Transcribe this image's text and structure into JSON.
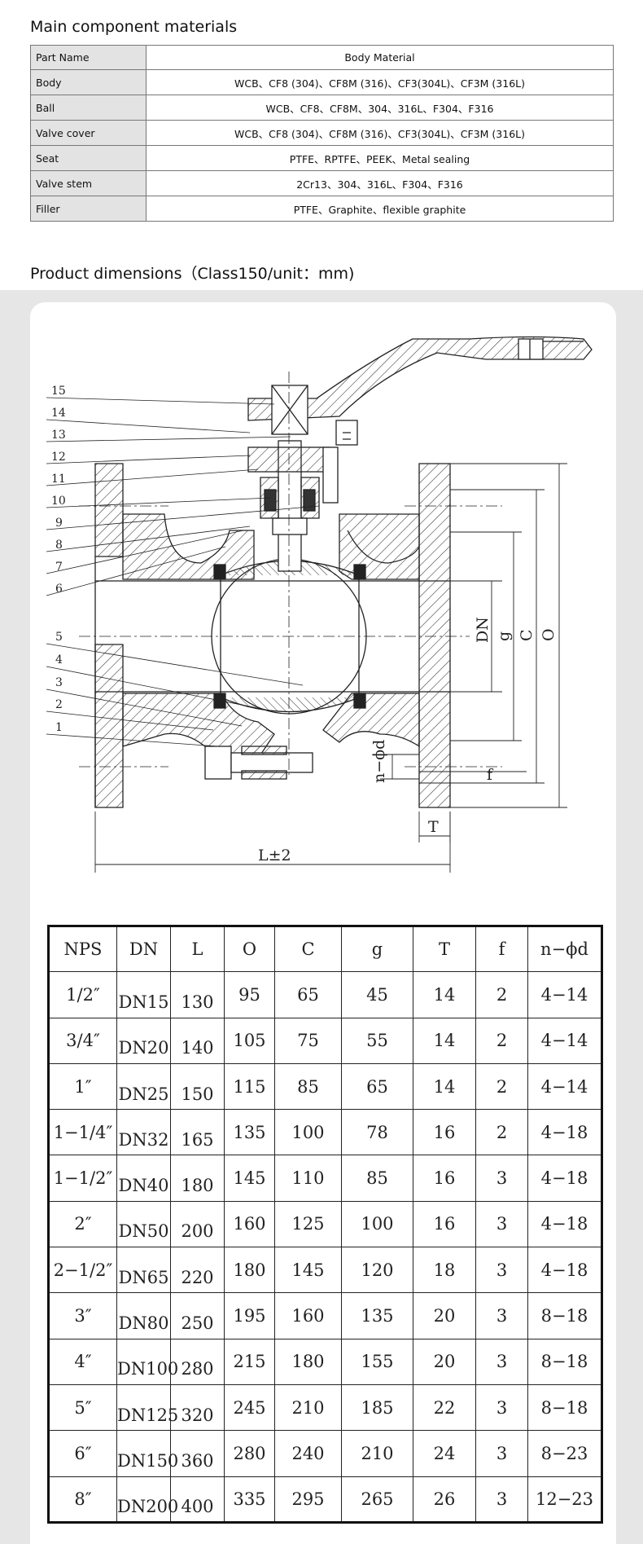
{
  "materials_title": "Main component materials",
  "materials": {
    "header": [
      "Part Name",
      "Body Material"
    ],
    "rows": [
      [
        "Body",
        "WCB、CF8 (304)、CF8M (316)、CF3(304L)、CF3M (316L)"
      ],
      [
        "Ball",
        "WCB、CF8、CF8M、304、316L、F304、F316"
      ],
      [
        "Valve cover",
        "WCB、CF8 (304)、CF8M (316)、CF3(304L)、CF3M (316L)"
      ],
      [
        "Seat",
        "PTFE、RPTFE、PEEK、Metal sealing"
      ],
      [
        "Valve stem",
        "2Cr13、304、316L、F304、F316"
      ],
      [
        "Filler",
        "PTFE、Graphite、flexible graphite"
      ]
    ]
  },
  "dimensions_title": "Product dimensions（Class150/unit：mm)",
  "drawing": {
    "part_numbers": [
      "15",
      "14",
      "13",
      "12",
      "11",
      "10",
      "9",
      "8",
      "7",
      "6",
      "5",
      "4",
      "3",
      "2",
      "1"
    ],
    "dim_labels": {
      "dn": "DN",
      "g": "g",
      "c": "C",
      "o": "O",
      "nd": "n−ϕd",
      "f": "f",
      "t": "T",
      "l": "L±2"
    }
  },
  "dimensions": {
    "header": [
      "NPS",
      "DN",
      "L",
      "O",
      "C",
      "g",
      "T",
      "f",
      "n−ϕd"
    ],
    "rows": [
      [
        "1/2″",
        "DN15",
        "130",
        "95",
        "65",
        "45",
        "14",
        "2",
        "4−14"
      ],
      [
        "3/4″",
        "DN20",
        "140",
        "105",
        "75",
        "55",
        "14",
        "2",
        "4−14"
      ],
      [
        "1″",
        "DN25",
        "150",
        "115",
        "85",
        "65",
        "14",
        "2",
        "4−14"
      ],
      [
        "1−1/4″",
        "DN32",
        "165",
        "135",
        "100",
        "78",
        "16",
        "2",
        "4−18"
      ],
      [
        "1−1/2″",
        "DN40",
        "180",
        "145",
        "110",
        "85",
        "16",
        "3",
        "4−18"
      ],
      [
        "2″",
        "DN50",
        "200",
        "160",
        "125",
        "100",
        "16",
        "3",
        "4−18"
      ],
      [
        "2−1/2″",
        "DN65",
        "220",
        "180",
        "145",
        "120",
        "18",
        "3",
        "4−18"
      ],
      [
        "3″",
        "DN80",
        "250",
        "195",
        "160",
        "135",
        "20",
        "3",
        "8−18"
      ],
      [
        "4″",
        "DN100",
        "280",
        "215",
        "180",
        "155",
        "20",
        "3",
        "8−18"
      ],
      [
        "5″",
        "DN125",
        "320",
        "245",
        "210",
        "185",
        "22",
        "3",
        "8−18"
      ],
      [
        "6″",
        "DN150",
        "360",
        "280",
        "240",
        "210",
        "24",
        "3",
        "8−23"
      ],
      [
        "8″",
        "DN200",
        "400",
        "335",
        "295",
        "265",
        "26",
        "3",
        "12−23"
      ]
    ]
  }
}
